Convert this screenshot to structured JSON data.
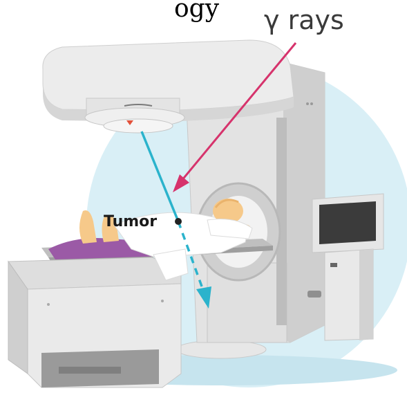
{
  "header": {
    "cropped_text": "ogy"
  },
  "labels": {
    "gamma_rays": "γ rays",
    "tumor": "Tumor"
  },
  "colors": {
    "background_circle": "#d9eff6",
    "machine_light": "#e9e9e9",
    "machine_mid": "#d2d2d2",
    "machine_dark": "#9a9a9a",
    "gamma_arrow": "#d6336c",
    "beam": "#2bb3cc",
    "sheet": "#ffffff",
    "skin": "#f6c98a",
    "blanket": "#9b5aa6",
    "monitor_screen": "#3b3b3b"
  },
  "icons": {
    "gamma_arrow": "arrow-down-left-icon",
    "beam_arrow": "arrow-down-icon",
    "tumor_marker": "dot-icon"
  }
}
